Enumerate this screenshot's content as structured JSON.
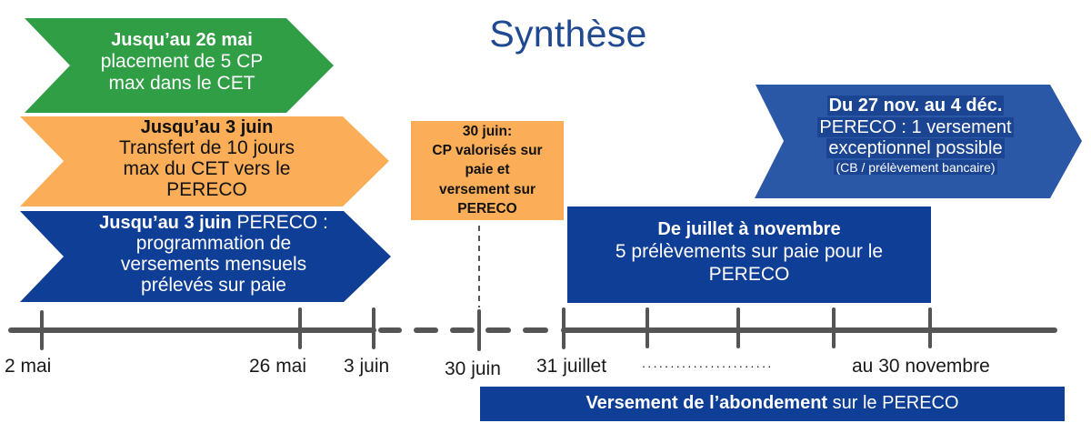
{
  "title": "Synthèse",
  "colors": {
    "green": "#2f9e44",
    "orange": "#fbae57",
    "navy": "#0f3e96",
    "blue_light": "#2b57a7",
    "title": "#1f4a91",
    "axis": "#555555"
  },
  "steps": [
    {
      "id": "placement-cp",
      "bold": "Jusqu’au 26 mai",
      "lines": [
        "placement de 5 CP",
        "max dans le CET"
      ],
      "color": "green"
    },
    {
      "id": "transfert-cet",
      "bold": "Jusqu’au 3 juin",
      "lines": [
        "Transfert de 10 jours",
        "max du CET vers le",
        "PERECO"
      ],
      "color": "orange"
    },
    {
      "id": "programmation",
      "bold": "Jusqu’au 3 juin",
      "bold_suffix": " PERECO :",
      "lines": [
        "programmation de",
        "versements mensuels",
        "prélevés sur paie"
      ],
      "color": "navy"
    }
  ],
  "june_box": {
    "lines": [
      "30 juin:",
      "CP valorisés sur",
      "paie et",
      "versement sur",
      "PERECO"
    ]
  },
  "monthly_box": {
    "bold": "De juillet à novembre",
    "lines": [
      "5 prélèvements sur paie pour le",
      "PERECO"
    ]
  },
  "exceptional": {
    "bold": "Du 27 nov. au 4 déc.",
    "lines": [
      "PERECO : 1 versement",
      "exceptionnel possible"
    ],
    "small": "(CB / prélèvement bancaire)"
  },
  "timeline": {
    "labels": {
      "mai2": "2 mai",
      "mai26": "26 mai",
      "juin3": "3 juin",
      "juin30": "30 juin",
      "juillet31": "31 juillet",
      "dots": "……………………",
      "nov30": "au 30 novembre"
    }
  },
  "abondement": {
    "bold": "Versement de l’abondement",
    "rest": " sur le PERECO"
  }
}
